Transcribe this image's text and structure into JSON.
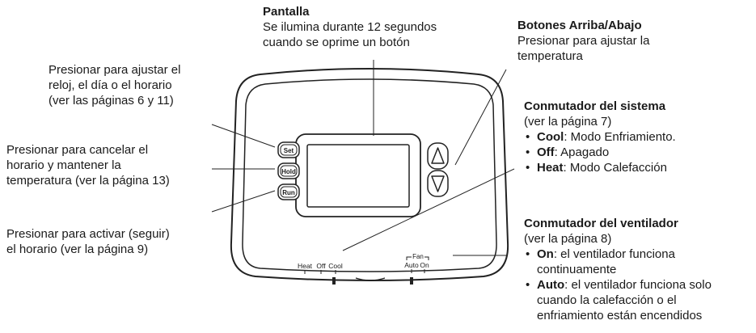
{
  "pantalla": {
    "title": "Pantalla",
    "line1": "Se ilumina durante 12 segundos",
    "line2": "cuando se oprime un botón"
  },
  "botones": {
    "title": "Botones Arriba/Abajo",
    "line1": "Presionar para ajustar la",
    "line2": "temperatura"
  },
  "set_callout": {
    "line1": "Presionar para ajustar el",
    "line2": "reloj, el día o el horario",
    "line3": "(ver las páginas 6 y 11)"
  },
  "hold_callout": {
    "line1": "Presionar para cancelar el",
    "line2": "horario y mantener la",
    "line3": "temperatura (ver la página 13)"
  },
  "run_callout": {
    "line1": "Presionar para activar (seguir)",
    "line2": "el horario (ver la página 9)"
  },
  "sistema": {
    "title": "Conmutador del sistema",
    "ref": "(ver la página 7)",
    "items": [
      {
        "key": "Cool",
        "text": ": Modo Enfriamiento."
      },
      {
        "key": "Off",
        "text": ": Apagado"
      },
      {
        "key": "Heat",
        "text": ": Modo Calefacción"
      }
    ]
  },
  "ventilador": {
    "title": "Conmutador del ventilador",
    "ref": "(ver la página 8)",
    "items": [
      {
        "key": "On",
        "line1": ": el ventilador funciona",
        "line2": "continuamente"
      },
      {
        "key": "Auto",
        "line1": ": el ventilador funciona solo",
        "line2": "cuando la calefacción o el",
        "line3": "enfriamiento están encendidos"
      }
    ]
  },
  "device": {
    "btn_set": "Set",
    "btn_hold": "Hold",
    "btn_run": "Run",
    "switch_heat": "Heat",
    "switch_off": "Off",
    "switch_cool": "Cool",
    "fan_label": "Fan",
    "fan_auto": "Auto",
    "fan_on": "On"
  }
}
